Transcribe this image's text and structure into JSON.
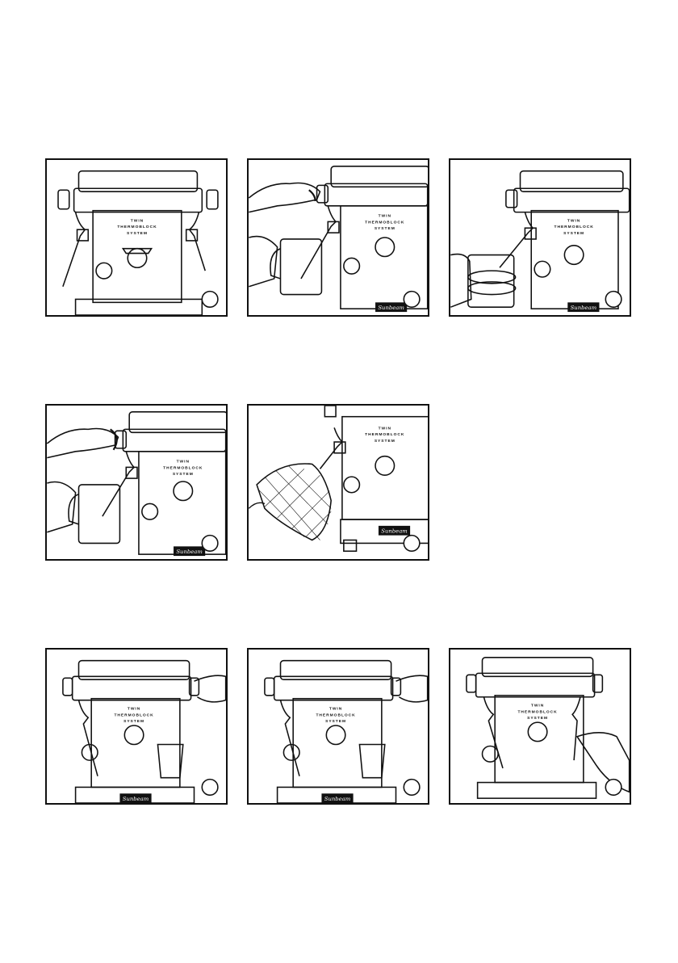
{
  "machine": {
    "label_line1": "TWIN",
    "label_line2": "THERMOBLOCK",
    "label_line3": "SYSTEM",
    "brand": "Sunbeam"
  },
  "panels": [
    {
      "id": "p1",
      "scene": "front-wands-out"
    },
    {
      "id": "p2",
      "scene": "turn-steam-knob-jug"
    },
    {
      "id": "p3",
      "scene": "swirl-jug"
    },
    {
      "id": "p4",
      "scene": "turn-knob-off-jug"
    },
    {
      "id": "p5",
      "scene": "wipe-wand-cloth"
    },
    {
      "id": "p6",
      "scene": "glass-turn-knob"
    },
    {
      "id": "p7",
      "scene": "glass-turn-knob-back"
    },
    {
      "id": "p8",
      "scene": "remove-wand"
    }
  ],
  "colors": {
    "ink": "#111111",
    "paper": "#ffffff"
  }
}
